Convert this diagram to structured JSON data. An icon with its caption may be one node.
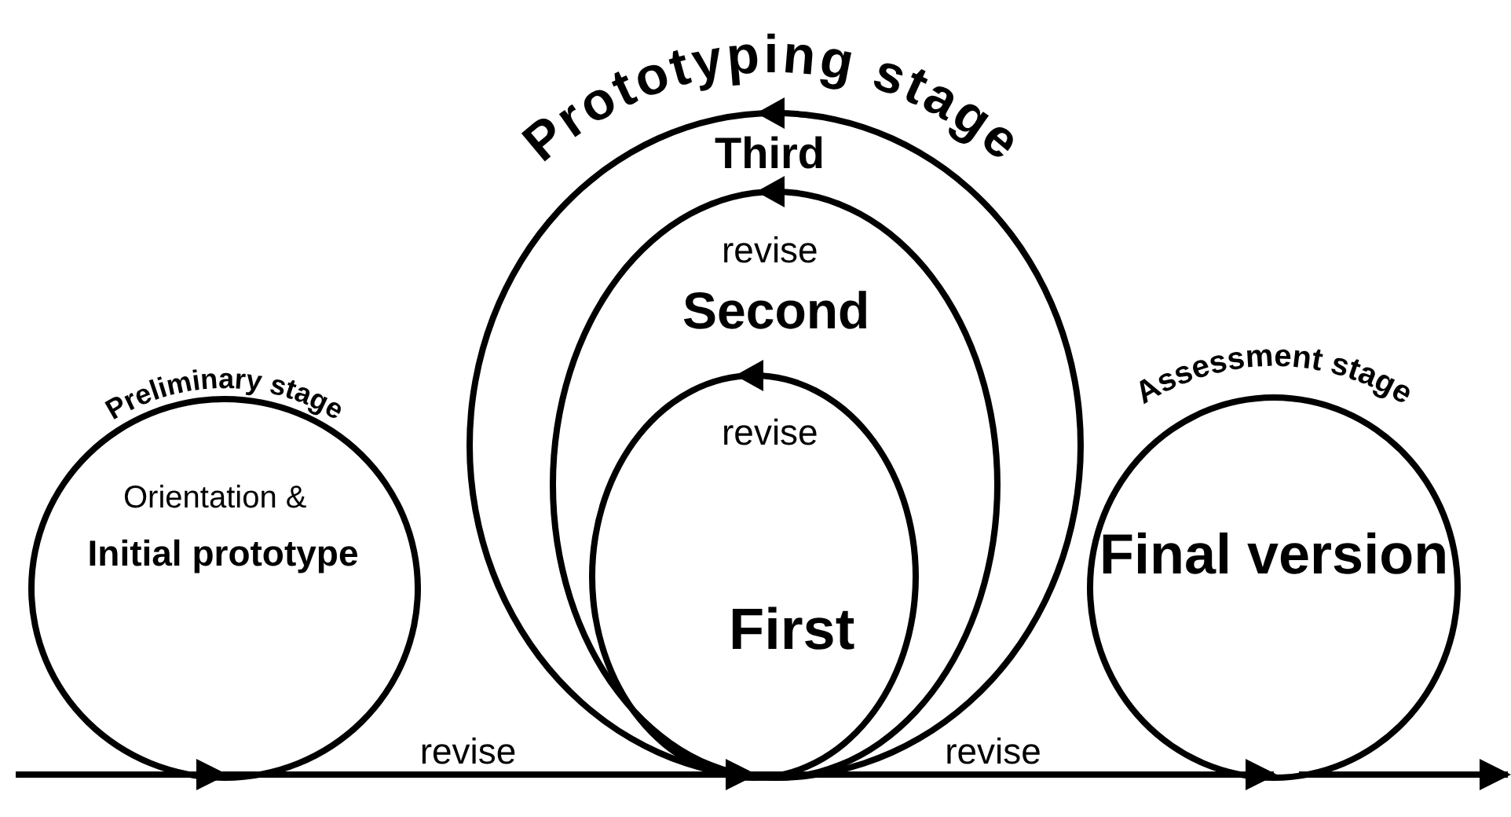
{
  "diagram": {
    "nodes": [
      {
        "text": [
          "Orientation &",
          "Initial prototype"
        ],
        "beside": [
          "Preliminary stage"
        ]
      },
      {
        "text": [
          "Third"
        ],
        "beside": [
          "Prototyping stage"
        ]
      },
      {
        "text": [
          "revise",
          "Second"
        ],
        "in": 1
      },
      {
        "text": [
          "revise",
          "First"
        ],
        "in": 2
      },
      {
        "text": [
          "Final version"
        ],
        "beside": [
          "Assessment stage"
        ]
      }
    ],
    "edges": [
      {
        "from": null,
        "to": 0,
        "arrow": "to"
      },
      {
        "from": 0,
        "to": 3,
        "label": "revise",
        "arrow": "to"
      },
      {
        "from": 3,
        "to": 4,
        "label": "revise",
        "arrow": "to"
      },
      {
        "from": 4,
        "to": null,
        "arrow": "to"
      }
    ]
  }
}
